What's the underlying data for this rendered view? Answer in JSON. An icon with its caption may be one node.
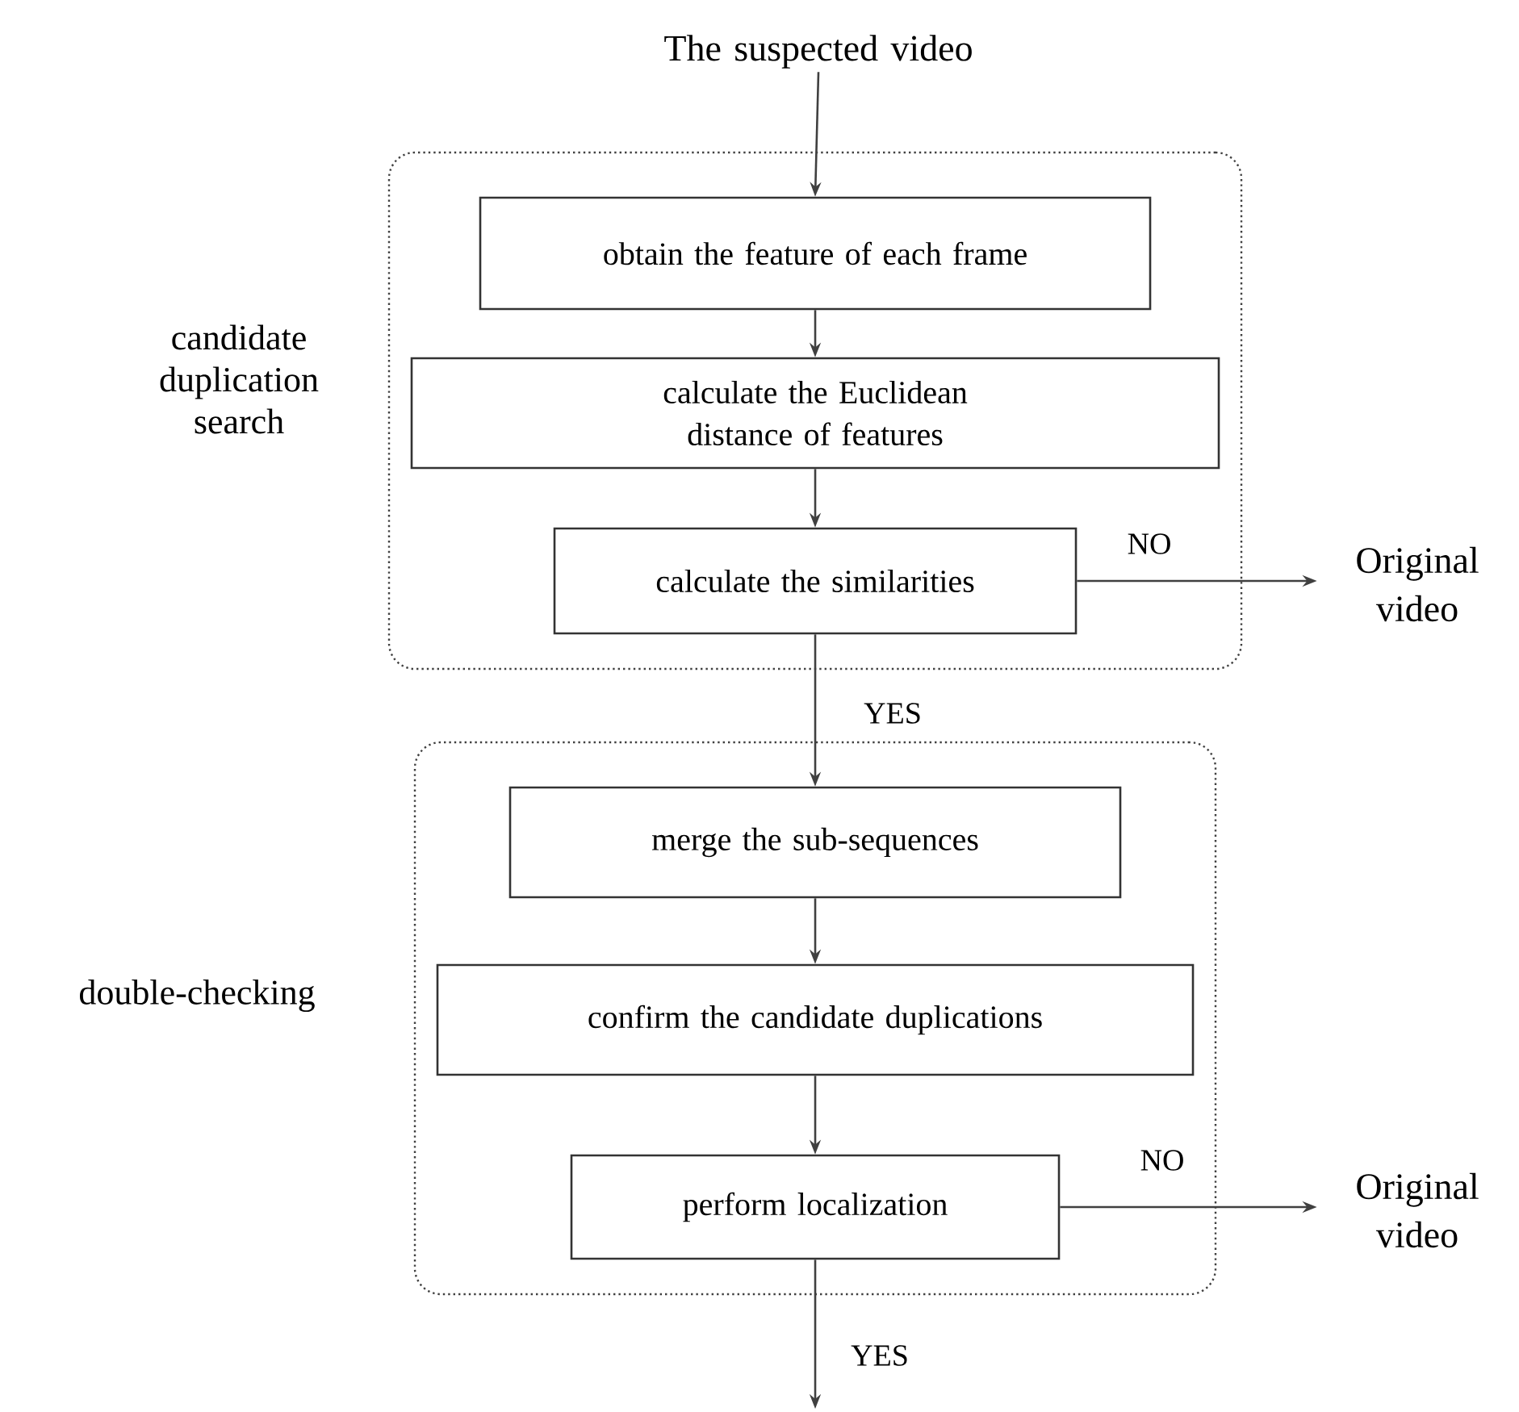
{
  "diagram": {
    "nodes": [
      {
        "text": [
          "The suspected video"
        ]
      },
      {
        "text": [
          "candidate duplication search"
        ]
      },
      {
        "text": [
          "obtain the feature of each frame"
        ],
        "in": 1
      },
      {
        "text": [
          "calculate the Euclidean distance of features"
        ],
        "in": 1
      },
      {
        "text": [
          "calculate the similarities"
        ],
        "in": 1
      },
      {
        "text": [
          "Original video"
        ]
      },
      {
        "text": [
          "double-checking"
        ]
      },
      {
        "text": [
          "merge the sub-sequences"
        ],
        "in": 6
      },
      {
        "text": [
          "confirm the candidate duplications"
        ],
        "in": 6
      },
      {
        "text": [
          "perform localization"
        ],
        "in": 6
      },
      {
        "text": [
          "Original video"
        ]
      }
    ],
    "edges": [
      {
        "from": 0,
        "to": 2,
        "arrow": "to"
      },
      {
        "from": 2,
        "to": 3,
        "arrow": "to"
      },
      {
        "from": 3,
        "to": 4,
        "arrow": "to"
      },
      {
        "from": 4,
        "to": 5,
        "arrow": "to",
        "label": "NO"
      },
      {
        "from": 4,
        "to": 7,
        "arrow": "to",
        "label": "YES"
      },
      {
        "from": 7,
        "to": 8,
        "arrow": "to"
      },
      {
        "from": 8,
        "to": 9,
        "arrow": "to"
      },
      {
        "from": 9,
        "to": 10,
        "arrow": "to",
        "label": "NO"
      },
      {
        "from": 9,
        "to": null,
        "arrow": "to",
        "label": "YES"
      }
    ]
  }
}
